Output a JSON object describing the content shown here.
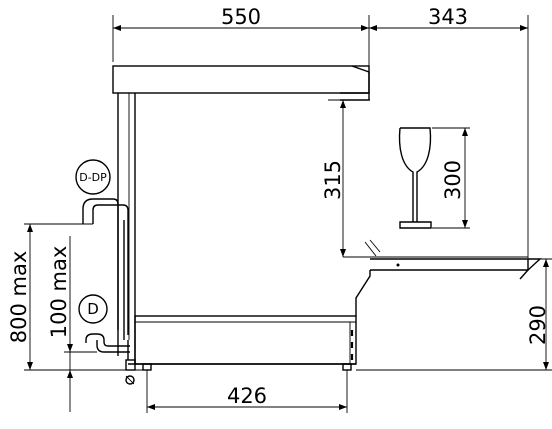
{
  "dimensions": {
    "top_depth": "550",
    "top_extension": "343",
    "bottom_depth": "426",
    "shelf_clearance": "315",
    "glass_height": "300",
    "support_height": "290",
    "drain_800": "800 max",
    "drain_100": "100 max"
  },
  "labels": {
    "drain_pump": "D-DP",
    "drain": "D"
  }
}
